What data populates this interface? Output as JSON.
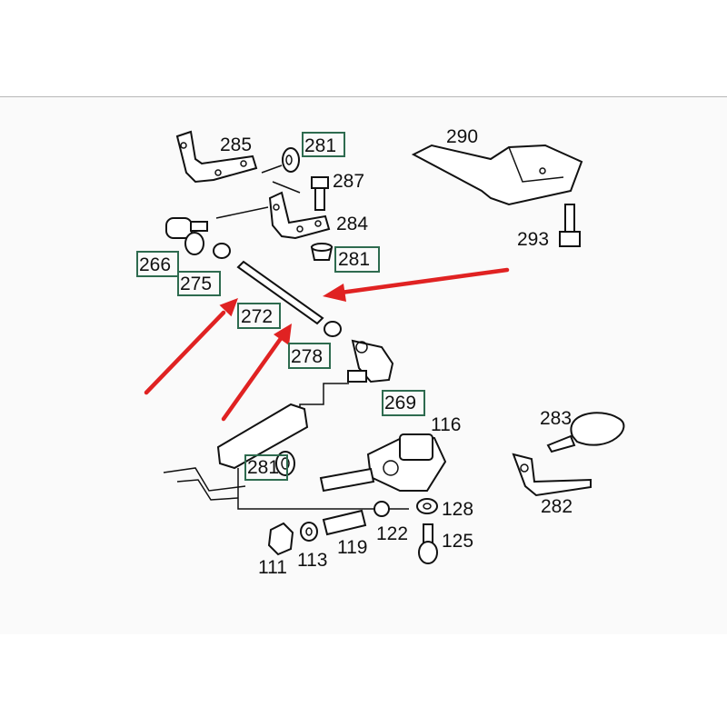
{
  "diagram": {
    "labels": {
      "p285": "285",
      "p281a": "281",
      "p287": "287",
      "p284": "284",
      "p281b": "281",
      "p290": "290",
      "p293": "293",
      "p266": "266",
      "p275": "275",
      "p272": "272",
      "p278": "278",
      "p269": "269",
      "p116": "116",
      "p283": "283",
      "p282": "282",
      "p281c": "281",
      "p128": "128",
      "p122": "122",
      "p125": "125",
      "p119": "119",
      "p113": "113",
      "p111": "111"
    },
    "colors": {
      "highlight_box": "#2e6b4f",
      "arrow": "#e02222",
      "background": "#fafafa"
    }
  }
}
